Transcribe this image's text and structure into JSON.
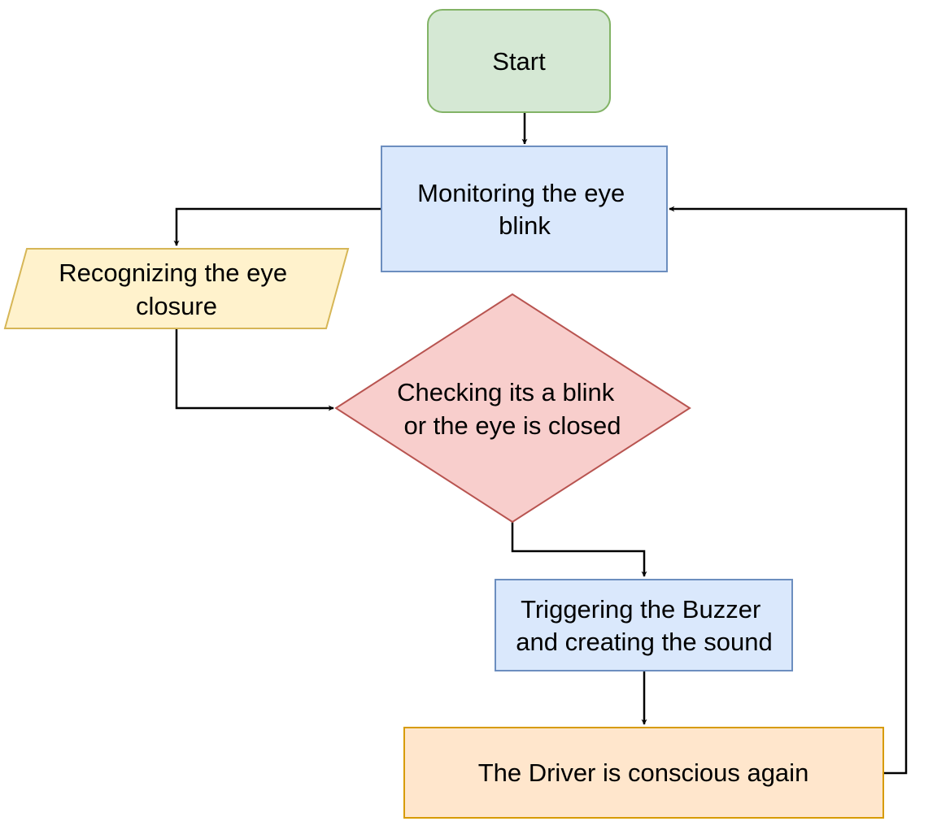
{
  "nodes": {
    "start": {
      "lines": [
        "Start"
      ],
      "fill": "#d5e8d4",
      "stroke": "#82b366"
    },
    "monitoring": {
      "lines": [
        "Monitoring the eye",
        "blink"
      ],
      "fill": "#dae8fc",
      "stroke": "#6c8ebf"
    },
    "recognizing": {
      "lines": [
        "Recognizing the eye",
        "closure"
      ],
      "fill": "#fff2cc",
      "stroke": "#d6b656"
    },
    "checking": {
      "lines": [
        "Checking its a blink",
        "or the eye is closed"
      ],
      "fill": "#f8cecc",
      "stroke": "#b85450"
    },
    "triggering": {
      "lines": [
        "Triggering the Buzzer",
        "and creating the sound"
      ],
      "fill": "#dae8fc",
      "stroke": "#6c8ebf"
    },
    "conscious": {
      "lines": [
        "The Driver is conscious again"
      ],
      "fill": "#ffe6cc",
      "stroke": "#d79b00"
    }
  },
  "edges": [
    {
      "from": "start",
      "to": "monitoring"
    },
    {
      "from": "monitoring",
      "to": "recognizing"
    },
    {
      "from": "recognizing",
      "to": "checking"
    },
    {
      "from": "checking",
      "to": "triggering"
    },
    {
      "from": "triggering",
      "to": "conscious"
    },
    {
      "from": "conscious",
      "to": "monitoring"
    }
  ]
}
